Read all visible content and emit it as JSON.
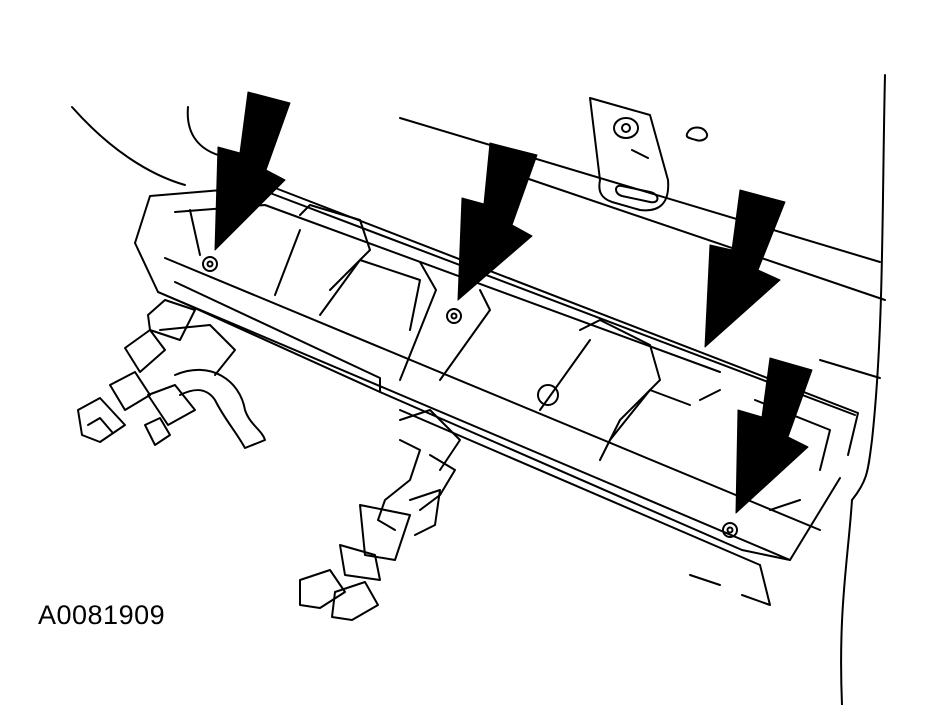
{
  "figure": {
    "reference_id": "A0081909",
    "line_color": "#000000",
    "background_color": "#ffffff",
    "callout_arrows": 4,
    "fasteners_indicated": 4
  }
}
